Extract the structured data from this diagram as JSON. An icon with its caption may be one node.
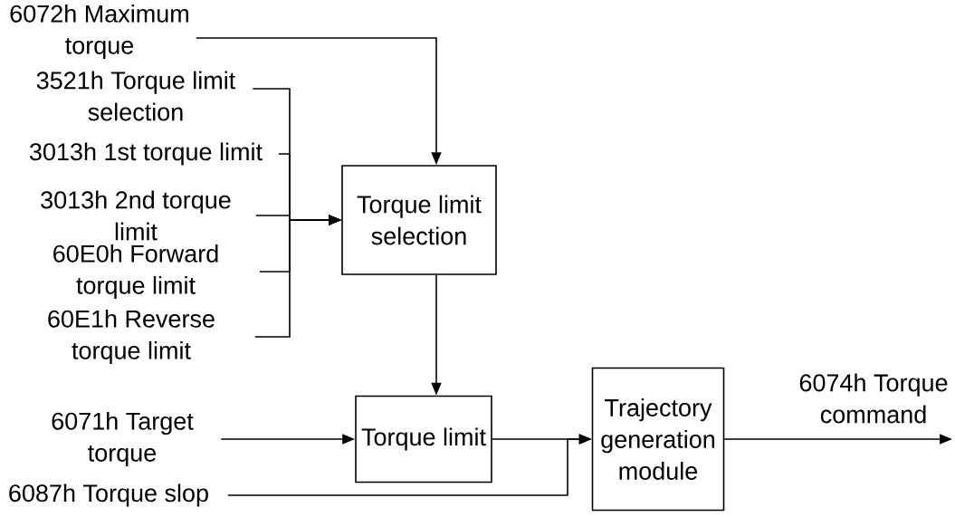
{
  "diagram": {
    "nodes": [
      {
        "text": [
          "6072h Maximum torque"
        ]
      },
      {
        "text": [
          "3521h Torque limit selection"
        ]
      },
      {
        "text": [
          "3013h 1st torque limit"
        ]
      },
      {
        "text": [
          "3013h 2nd torque limit"
        ]
      },
      {
        "text": [
          "60E0h Forward torque limit"
        ]
      },
      {
        "text": [
          "60E1h Reverse torque limit"
        ]
      },
      {
        "text": [
          "Torque limit selection"
        ]
      },
      {
        "text": [
          "6071h Target torque"
        ]
      },
      {
        "text": [
          "Torque limit"
        ]
      },
      {
        "text": [
          "Trajectory generation module"
        ]
      },
      {
        "text": [
          "6087h Torque slop"
        ]
      }
    ],
    "edges": [
      {
        "from": 0,
        "to": 6,
        "arrow": "to"
      },
      {
        "from": 1,
        "to": 6,
        "arrow": "to"
      },
      {
        "from": 2,
        "to": 6,
        "arrow": "to"
      },
      {
        "from": 3,
        "to": 6,
        "arrow": "to"
      },
      {
        "from": 4,
        "to": 6,
        "arrow": "to"
      },
      {
        "from": 5,
        "to": 6,
        "arrow": "to"
      },
      {
        "from": 6,
        "to": 8,
        "arrow": "to"
      },
      {
        "from": 7,
        "to": 8,
        "arrow": "to"
      },
      {
        "from": 8,
        "to": 9,
        "arrow": "to"
      },
      {
        "from": 10,
        "to": 9,
        "arrow": "to"
      },
      {
        "from": 9,
        "to": null,
        "arrow": "to",
        "label": "6074h Torque command"
      }
    ]
  }
}
